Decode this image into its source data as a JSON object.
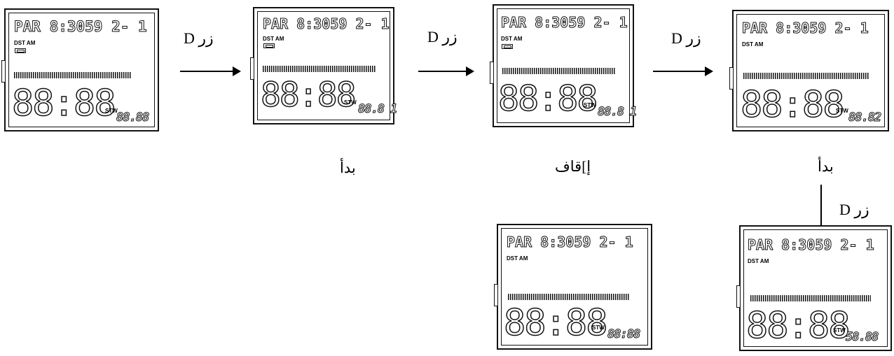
{
  "button_label": "زر D",
  "captions": {
    "start": "بدأ",
    "stop": "إ]قاف"
  },
  "displays": [
    {
      "id": "d1",
      "top_text": "PAR 8:3059 2- 1",
      "mode": "DST AM",
      "battery": true,
      "main": "88:88",
      "stw": "STW",
      "sub": "88.88"
    },
    {
      "id": "d2",
      "top_text": "PAR 8:3059 2- 1",
      "mode": "DST AM",
      "battery": true,
      "main": "88:88",
      "stw": "STW",
      "sub": "88.8 1"
    },
    {
      "id": "d3",
      "top_text": "PAR 8:3059 2- 1",
      "mode": "DST AM",
      "battery": true,
      "main": "88:88",
      "stw": "STW",
      "sub": "88.8 1"
    },
    {
      "id": "d4",
      "top_text": "PAR 8:3059 2- 1",
      "mode": "DST AM",
      "battery": false,
      "main": "88:88",
      "stw": "STW",
      "sub": "88.82"
    },
    {
      "id": "d5",
      "top_text": "PAR 8:3059 2- 1",
      "mode": "DST AM",
      "battery": false,
      "main": "88:88",
      "stw": "STW",
      "sub": "88:88"
    },
    {
      "id": "d6",
      "top_text": "PAR 8:3059 2- 1",
      "mode": "DST AM",
      "battery": false,
      "main": "88:88",
      "stw": "STW",
      "sub": "58.88"
    }
  ]
}
